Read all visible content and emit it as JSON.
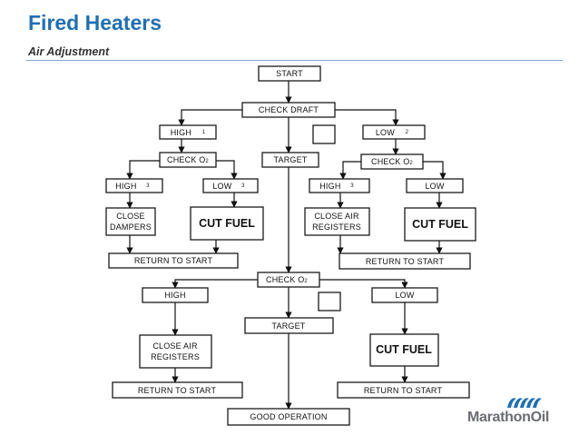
{
  "header": {
    "title": "Fired Heaters",
    "subtitle": "Air Adjustment"
  },
  "flowchart": {
    "start": "START",
    "check_draft": "CHECK DRAFT",
    "high_1": {
      "text": "HIGH",
      "mark": "1"
    },
    "low_2": {
      "text": "LOW",
      "mark": "2"
    },
    "target_1": "TARGET",
    "check_o2_left": {
      "text": "CHECK O",
      "mark": "2"
    },
    "check_o2_right": {
      "text": "CHECK O",
      "mark": "2"
    },
    "high_3_left": {
      "text": "HIGH",
      "mark": "3"
    },
    "low_3_left": {
      "text": "LOW",
      "mark": "3"
    },
    "high_3_right": {
      "text": "HIGH",
      "mark": "3"
    },
    "low_right": "LOW",
    "close_dampers": [
      "CLOSE",
      "DAMPERS"
    ],
    "cut_fuel_1": "CUT FUEL",
    "close_air_registers_1": [
      "CLOSE AIR",
      "REGISTERS"
    ],
    "cut_fuel_2": "CUT FUEL",
    "return_to_start_1": "RETURN TO START",
    "return_to_start_2": "RETURN TO START",
    "check_o2_center": {
      "text": "CHECK O",
      "mark": "2"
    },
    "high_lower": "HIGH",
    "target_2": "TARGET",
    "low_lower": "LOW",
    "close_air_registers_2": [
      "CLOSE AIR",
      "REGISTERS"
    ],
    "cut_fuel_3": "CUT FUEL",
    "return_to_start_3": "RETURN TO START",
    "return_to_start_4": "RETURN TO START",
    "good_operation": "GOOD OPERATION"
  },
  "logo": {
    "text": "MarathonOil",
    "colors": {
      "mark": "#1f6fb5",
      "text": "#6a6d72"
    }
  },
  "colors": {
    "title": "#1f6fb5",
    "rule": "#7da4cc"
  }
}
